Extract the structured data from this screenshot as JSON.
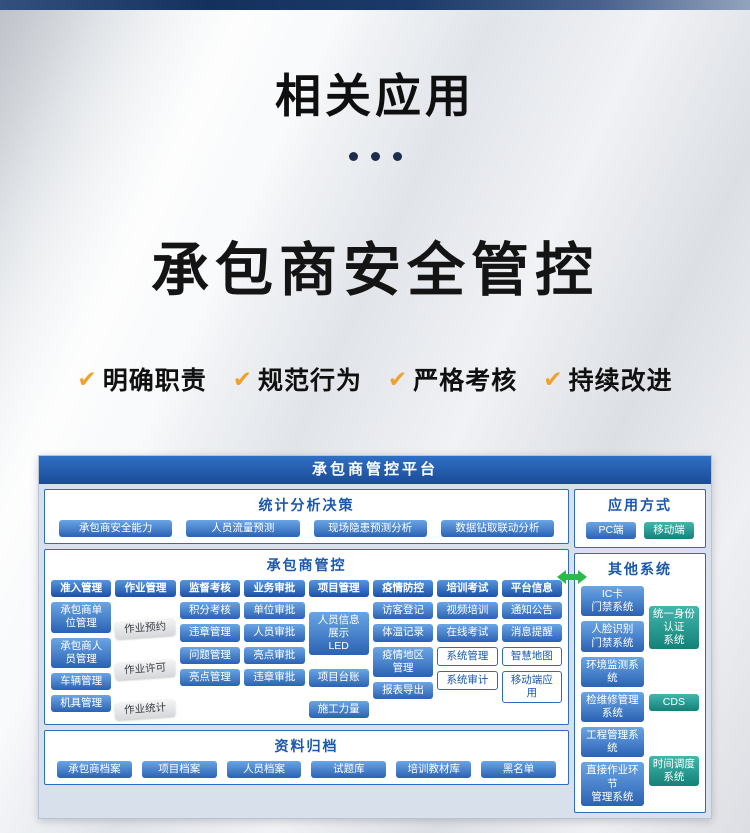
{
  "header": {
    "section_title": "相关应用",
    "main_title": "承包商安全管控",
    "check_glyph": "✔",
    "features": [
      "明确职责",
      "规范行为",
      "严格考核",
      "持续改进"
    ],
    "accent_color": "#f0a12b",
    "strip_color": "#14315e"
  },
  "diagram": {
    "platform_title": "承包商管控平台",
    "header_color": "#1b4c97",
    "border_color": "#2e6cc0",
    "button_blue": "#2b62b4",
    "button_teal": "#138178",
    "arrow_color": "#2db84d",
    "stats": {
      "title": "统计分析决策",
      "items": [
        "承包商安全能力",
        "人员流量预测",
        "现场隐患预测分析",
        "数据钻取联动分析"
      ]
    },
    "control": {
      "title": "承包商管控",
      "columns": [
        {
          "header": "准入管理",
          "items": [
            "承包商单位管理",
            "承包商人员管理",
            "车辆管理",
            "机具管理"
          ]
        },
        {
          "header": "作业管理",
          "items": [
            "作业预约",
            "作业许可",
            "作业统计"
          ]
        },
        {
          "header": "监督考核",
          "items": [
            "积分考核",
            "违章管理",
            "问题管理",
            "亮点管理"
          ]
        },
        {
          "header": "业务审批",
          "items": [
            "单位审批",
            "人员审批",
            "亮点审批",
            "违章审批"
          ]
        },
        {
          "header": "项目管理",
          "items": [
            "人员信息展示\nLED",
            "项目台账",
            "施工力量"
          ]
        },
        {
          "header": "疫情防控",
          "items": [
            "访客登记",
            "体温记录",
            "疫情地区管理",
            "报表导出"
          ]
        },
        {
          "header": "培训考试",
          "items": [
            "视频培训",
            "在线考试",
            "系统管理",
            "系统审计"
          ]
        },
        {
          "header": "平台信息",
          "items": [
            "通知公告",
            "消息提醒",
            "智慧地图",
            "移动端应用"
          ]
        }
      ]
    },
    "archive": {
      "title": "资料归档",
      "items": [
        "承包商档案",
        "项目档案",
        "人员档案",
        "试题库",
        "培训教材库",
        "黑名单"
      ]
    },
    "apply": {
      "title": "应用方式",
      "items": [
        "PC端",
        "移动端"
      ]
    },
    "other": {
      "title": "其他系统",
      "left": [
        "IC卡\n门禁系统",
        "人脸识别\n门禁系统",
        "环境监测系统",
        "检维修管理系统",
        "工程管理系统",
        "直接作业环节\n管理系统"
      ],
      "right": [
        "统一身份认证\n系统",
        "CDS",
        "时间调度系统"
      ]
    }
  }
}
